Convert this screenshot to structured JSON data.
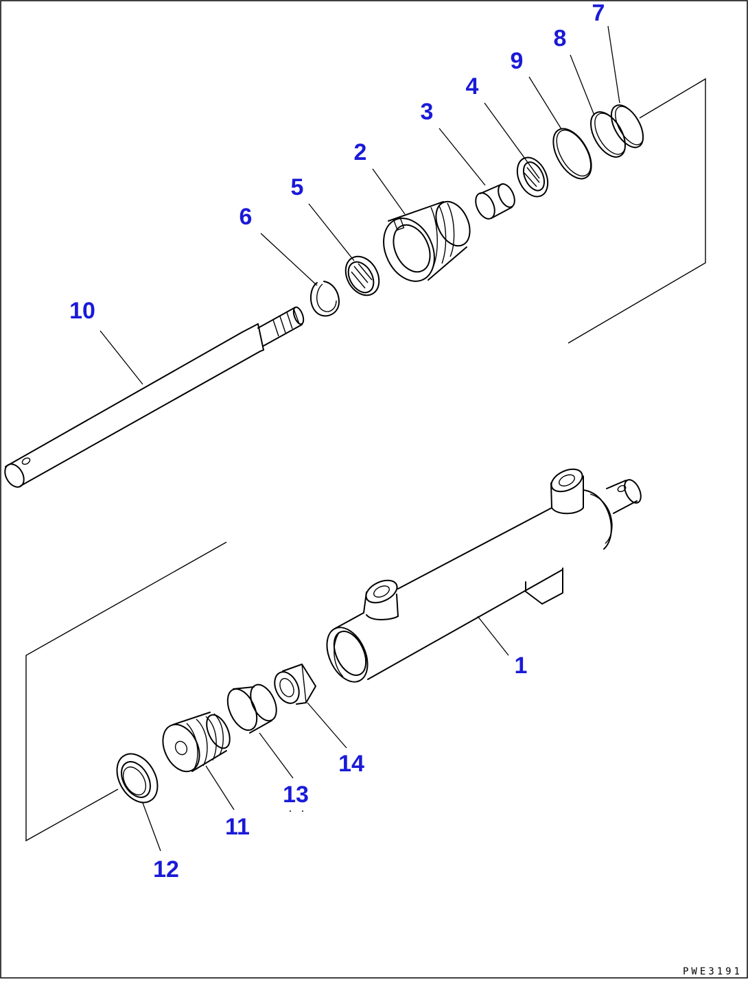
{
  "diagram": {
    "drawing_code": "PWE3191",
    "callouts": [
      {
        "id": "1",
        "label": "1"
      },
      {
        "id": "2",
        "label": "2"
      },
      {
        "id": "3",
        "label": "3"
      },
      {
        "id": "4",
        "label": "4"
      },
      {
        "id": "5",
        "label": "5"
      },
      {
        "id": "6",
        "label": "6"
      },
      {
        "id": "7",
        "label": "7"
      },
      {
        "id": "8",
        "label": "8"
      },
      {
        "id": "9",
        "label": "9"
      },
      {
        "id": "10",
        "label": "10"
      },
      {
        "id": "11",
        "label": "11"
      },
      {
        "id": "12",
        "label": "12"
      },
      {
        "id": "13",
        "label": "13"
      },
      {
        "id": "14",
        "label": "14"
      }
    ],
    "colors": {
      "callout": "#1a1ad8",
      "line": "#000000",
      "background": "#ffffff"
    }
  }
}
